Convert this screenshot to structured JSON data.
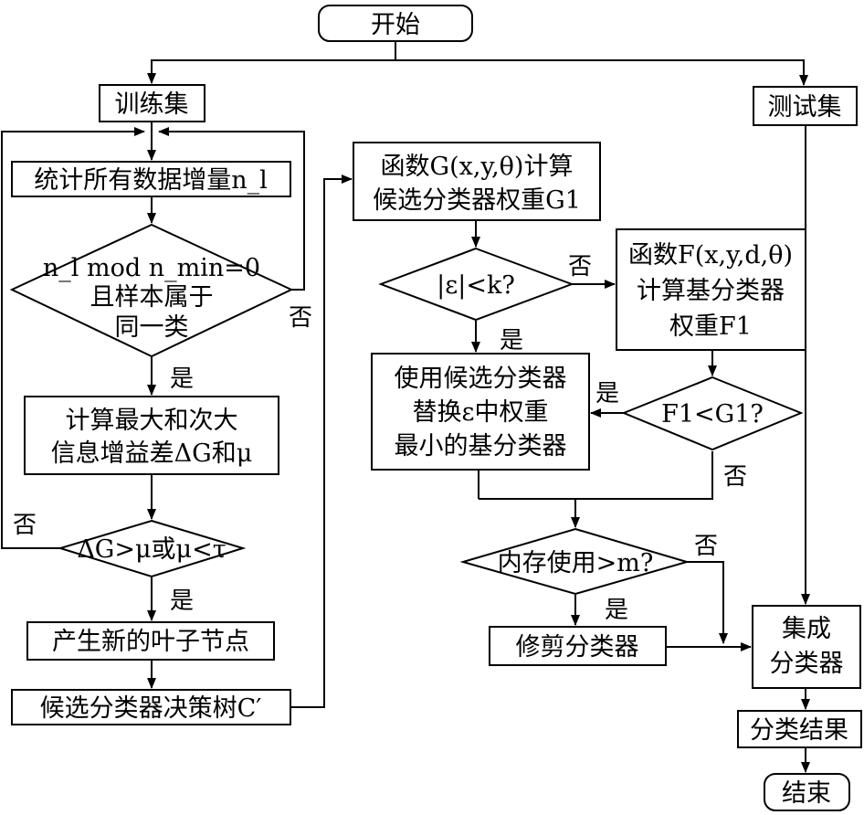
{
  "nodes": {
    "start": "开始",
    "train_set": "训练集",
    "test_set": "测试集",
    "count_increment": "统计所有数据增量n_l",
    "mod_check": [
      "n_l mod n_min=0",
      "且样本属于",
      "同一类"
    ],
    "compute_gain": [
      "计算最大和次大",
      "信息增益差ΔG和μ"
    ],
    "gain_check": "ΔG>μ或μ<τ",
    "new_leaf": "产生新的叶子节点",
    "candidate_tree": "候选分类器决策树C′",
    "func_g": [
      "函数G(x,y,θ)计算",
      "候选分类器权重G1"
    ],
    "eps_check": "|ε|<k?",
    "func_f": [
      "函数F(x,y,d,θ)",
      "计算基分类器",
      "权重F1"
    ],
    "replace": [
      "使用候选分类器",
      "替换ε中权重",
      "最小的基分类器"
    ],
    "f_check": "F1<G1?",
    "memory_check": "内存使用>m?",
    "prune": "修剪分类器",
    "ensemble": [
      "集成",
      "分类器"
    ],
    "result": "分类结果",
    "end": "结束"
  },
  "edge_labels": {
    "mod_no": "否",
    "mod_yes": "是",
    "gain_no": "否",
    "gain_yes": "是",
    "eps_no": "否",
    "eps_yes": "是",
    "f_yes": "是",
    "f_no": "否",
    "mem_no": "否",
    "mem_yes": "是"
  }
}
